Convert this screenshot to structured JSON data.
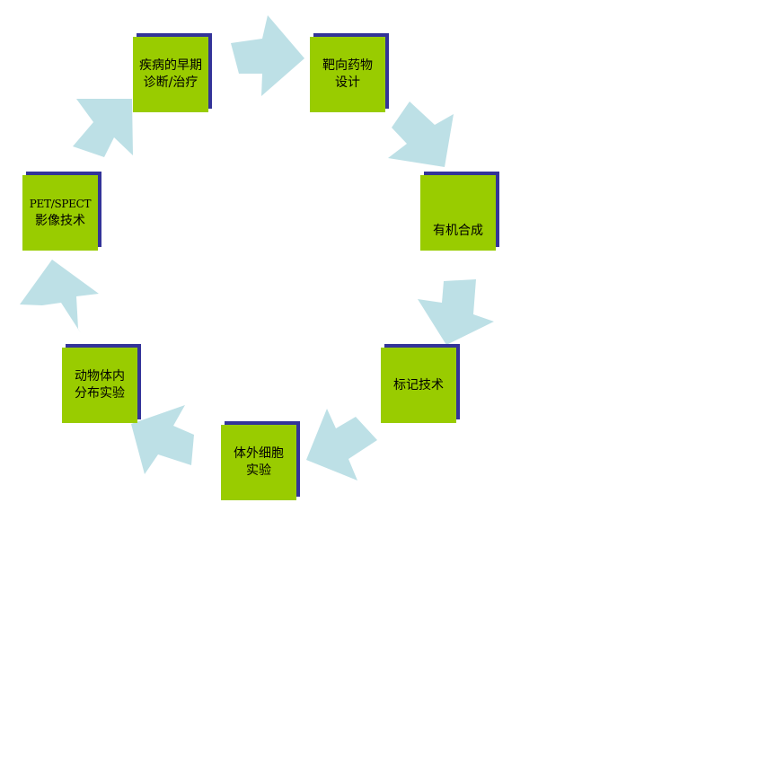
{
  "diagram": {
    "type": "cycle",
    "colors": {
      "box_fill": "#99cc00",
      "box_shadow": "#333399",
      "arrow_fill": "#bde0e6",
      "text": "#000000",
      "background": "#ffffff"
    },
    "nodes": [
      {
        "id": "early-diagnosis",
        "lines": [
          "疾病的早期",
          "诊断/治疗"
        ]
      },
      {
        "id": "targeted-drug-design",
        "lines": [
          "靶向药物",
          "设计"
        ]
      },
      {
        "id": "organic-synthesis",
        "lines": [
          "有机合成"
        ]
      },
      {
        "id": "labeling-technique",
        "lines": [
          "标记技术"
        ]
      },
      {
        "id": "in-vitro-cell-experiment",
        "lines": [
          "体外细胞",
          "实验"
        ]
      },
      {
        "id": "animal-biodistribution",
        "lines": [
          "动物体内",
          "分布实验"
        ]
      },
      {
        "id": "pet-spect-imaging",
        "lines": [
          "PET/SPECT",
          "影像技术"
        ]
      }
    ],
    "edges": [
      {
        "from": "early-diagnosis",
        "to": "targeted-drug-design"
      },
      {
        "from": "targeted-drug-design",
        "to": "organic-synthesis"
      },
      {
        "from": "organic-synthesis",
        "to": "labeling-technique"
      },
      {
        "from": "labeling-technique",
        "to": "in-vitro-cell-experiment"
      },
      {
        "from": "in-vitro-cell-experiment",
        "to": "animal-biodistribution"
      },
      {
        "from": "animal-biodistribution",
        "to": "pet-spect-imaging"
      },
      {
        "from": "pet-spect-imaging",
        "to": "early-diagnosis"
      }
    ]
  }
}
